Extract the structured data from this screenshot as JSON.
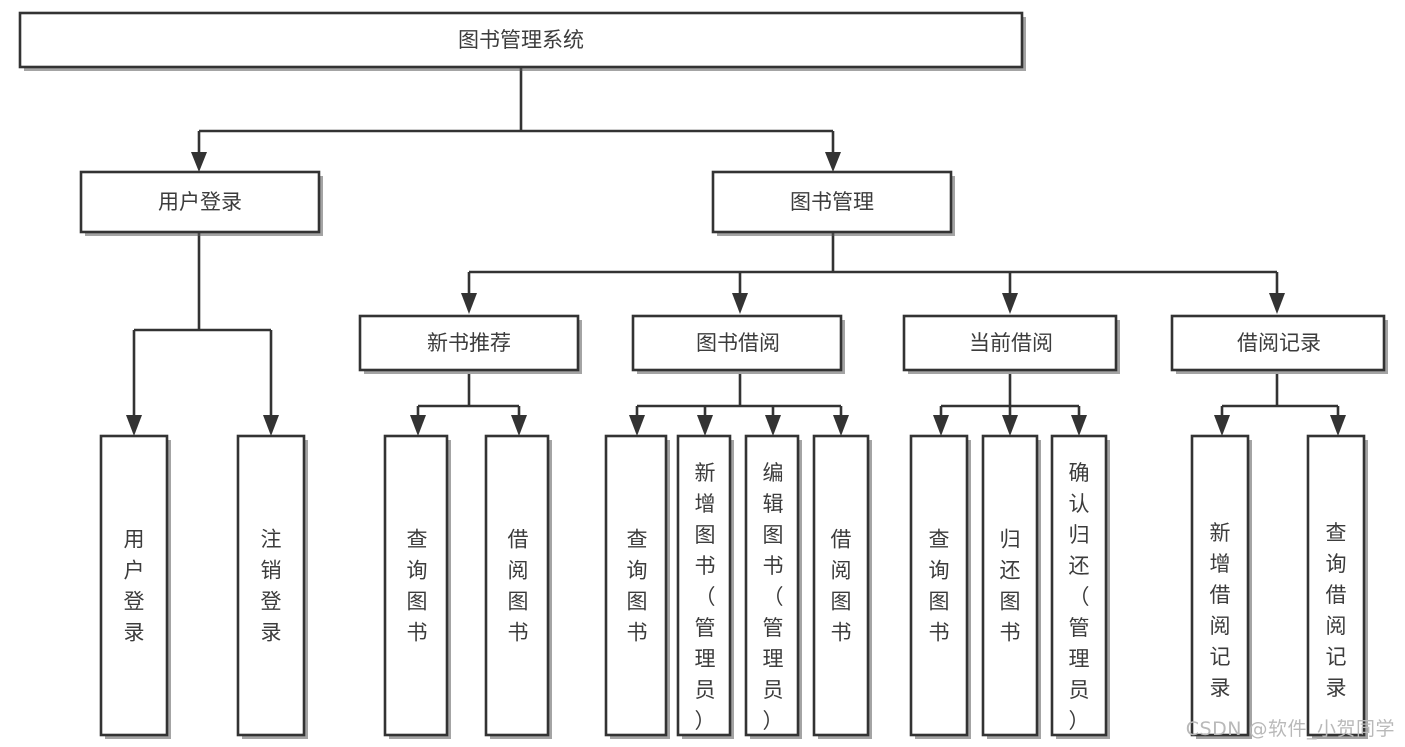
{
  "diagram": {
    "type": "tree-hierarchy-chart",
    "title": "图书管理系统",
    "watermark": "CSDN @软件_小贺同学",
    "colors": {
      "box_fill": "#ffffff",
      "box_stroke": "#333333",
      "text": "#3c3c3c",
      "background": "#ffffff",
      "watermark": "#b9b9b9"
    },
    "levels": [
      {
        "level": 1,
        "nodes": [
          {
            "id": "root",
            "label": "图书管理系统",
            "orientation": "horizontal"
          }
        ]
      },
      {
        "level": 2,
        "nodes": [
          {
            "id": "user-login",
            "label": "用户登录",
            "orientation": "horizontal",
            "parent": "root"
          },
          {
            "id": "book-management",
            "label": "图书管理",
            "orientation": "horizontal",
            "parent": "root"
          }
        ]
      },
      {
        "level": 3,
        "nodes": [
          {
            "id": "new-book-recommend",
            "label": "新书推荐",
            "orientation": "horizontal",
            "parent": "book-management"
          },
          {
            "id": "book-borrow",
            "label": "图书借阅",
            "orientation": "horizontal",
            "parent": "book-management"
          },
          {
            "id": "current-borrow",
            "label": "当前借阅",
            "orientation": "horizontal",
            "parent": "book-management"
          },
          {
            "id": "borrow-record",
            "label": "借阅记录",
            "orientation": "horizontal",
            "parent": "book-management"
          }
        ]
      },
      {
        "level": 4,
        "nodes": [
          {
            "id": "leaf-user-login",
            "label": "用户登录",
            "orientation": "vertical",
            "parent": "user-login"
          },
          {
            "id": "leaf-logout-login",
            "label": "注销登录",
            "orientation": "vertical",
            "parent": "user-login"
          },
          {
            "id": "leaf-query-book-1",
            "label": "查询图书",
            "orientation": "vertical",
            "parent": "new-book-recommend"
          },
          {
            "id": "leaf-borrow-book-1",
            "label": "借阅图书",
            "orientation": "vertical",
            "parent": "new-book-recommend"
          },
          {
            "id": "leaf-query-book-2",
            "label": "查询图书",
            "orientation": "vertical",
            "parent": "book-borrow"
          },
          {
            "id": "leaf-add-book",
            "label": "新增图书（管理员）",
            "orientation": "vertical",
            "parent": "book-borrow"
          },
          {
            "id": "leaf-edit-book",
            "label": "编辑图书（管理员）",
            "orientation": "vertical",
            "parent": "book-borrow"
          },
          {
            "id": "leaf-borrow-book-2",
            "label": "借阅图书",
            "orientation": "vertical",
            "parent": "book-borrow"
          },
          {
            "id": "leaf-query-book-3",
            "label": "查询图书",
            "orientation": "vertical",
            "parent": "current-borrow"
          },
          {
            "id": "leaf-return-book",
            "label": "归还图书",
            "orientation": "vertical",
            "parent": "current-borrow"
          },
          {
            "id": "leaf-confirm-return",
            "label": "确认归还（管理员）",
            "orientation": "vertical",
            "parent": "current-borrow"
          },
          {
            "id": "leaf-add-record",
            "label": "新增借阅记录",
            "orientation": "vertical",
            "parent": "borrow-record"
          },
          {
            "id": "leaf-query-record",
            "label": "查询借阅记录",
            "orientation": "vertical",
            "parent": "borrow-record"
          }
        ]
      }
    ]
  }
}
